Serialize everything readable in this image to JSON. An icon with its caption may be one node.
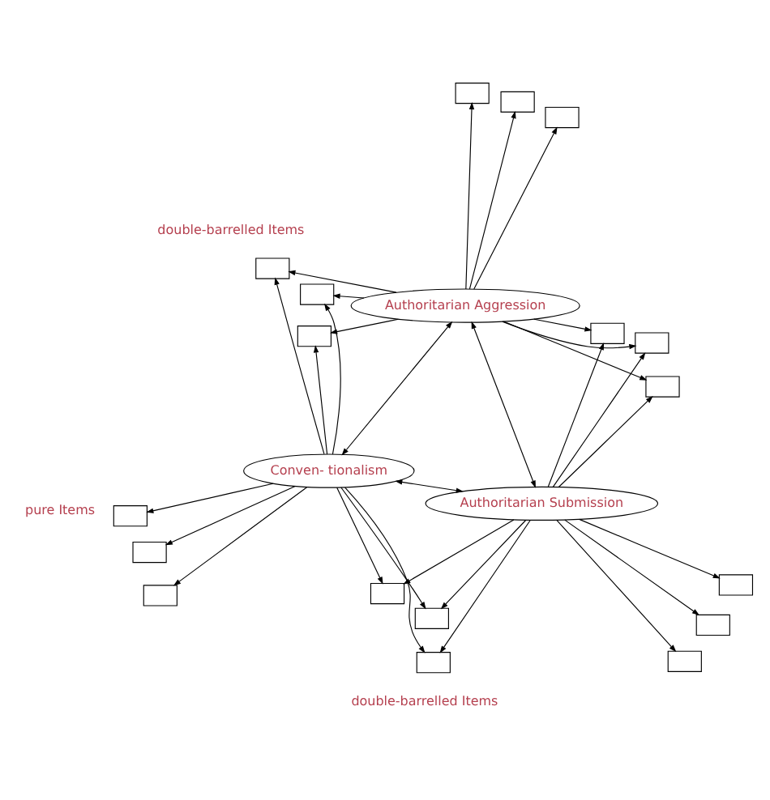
{
  "diagram": {
    "nodes": [
      {
        "text": [],
        "shape": "box"
      },
      {
        "text": [],
        "shape": "box"
      },
      {
        "text": [],
        "shape": "box"
      },
      {
        "text": [],
        "shape": "box"
      },
      {
        "text": [],
        "shape": "box"
      },
      {
        "text": [],
        "shape": "box"
      },
      {
        "text": [],
        "shape": "box"
      },
      {
        "text": [],
        "shape": "box"
      },
      {
        "text": [],
        "shape": "box"
      },
      {
        "text": [
          "Conven- tionalism"
        ]
      },
      {
        "text": [
          "Authoritarian Aggression"
        ]
      },
      {
        "text": [
          "Authoritarian Submission"
        ]
      },
      {
        "text": [],
        "shape": "box"
      },
      {
        "text": [],
        "shape": "box"
      },
      {
        "text": [],
        "shape": "box"
      },
      {
        "text": [],
        "shape": "box"
      },
      {
        "text": [],
        "shape": "box"
      },
      {
        "text": [],
        "shape": "box"
      },
      {
        "text": [],
        "shape": "box"
      },
      {
        "text": [],
        "shape": "box"
      },
      {
        "text": [],
        "shape": "box"
      }
    ],
    "edges": [
      {
        "from": 9,
        "to": 0,
        "arrow": "to"
      },
      {
        "from": 9,
        "to": 1,
        "arrow": "to"
      },
      {
        "from": 9,
        "to": 2,
        "arrow": "to"
      },
      {
        "from": 9,
        "to": 3,
        "arrow": "to"
      },
      {
        "from": 9,
        "to": 4,
        "arrow": "to"
      },
      {
        "from": 9,
        "to": 5,
        "arrow": "to"
      },
      {
        "from": 9,
        "to": 6,
        "arrow": "to"
      },
      {
        "from": 9,
        "to": 7,
        "arrow": "to"
      },
      {
        "from": 9,
        "to": 8,
        "arrow": "to"
      },
      {
        "from": 10,
        "to": 3,
        "arrow": "to"
      },
      {
        "from": 10,
        "to": 4,
        "arrow": "to"
      },
      {
        "from": 10,
        "to": 5,
        "arrow": "to"
      },
      {
        "from": 10,
        "to": 12,
        "arrow": "to"
      },
      {
        "from": 10,
        "to": 13,
        "arrow": "to"
      },
      {
        "from": 10,
        "to": 14,
        "arrow": "to"
      },
      {
        "from": 10,
        "to": 18,
        "arrow": "to"
      },
      {
        "from": 10,
        "to": 19,
        "arrow": "to"
      },
      {
        "from": 10,
        "to": 20,
        "arrow": "to"
      },
      {
        "from": 11,
        "to": 6,
        "arrow": "to"
      },
      {
        "from": 11,
        "to": 7,
        "arrow": "to"
      },
      {
        "from": 11,
        "to": 8,
        "arrow": "to"
      },
      {
        "from": 11,
        "to": 15,
        "arrow": "to"
      },
      {
        "from": 11,
        "to": 16,
        "arrow": "to"
      },
      {
        "from": 11,
        "to": 17,
        "arrow": "to"
      },
      {
        "from": 11,
        "to": 18,
        "arrow": "to"
      },
      {
        "from": 11,
        "to": 19,
        "arrow": "to"
      },
      {
        "from": 11,
        "to": 20,
        "arrow": "to"
      },
      {
        "from": 9,
        "to": 10,
        "arrow": "both"
      },
      {
        "from": 9,
        "to": 11,
        "arrow": "both"
      },
      {
        "from": 10,
        "to": 11,
        "arrow": "both"
      }
    ],
    "labels": [
      "pure Items",
      "double-barrelled Items",
      "double-barrelled Items"
    ]
  }
}
